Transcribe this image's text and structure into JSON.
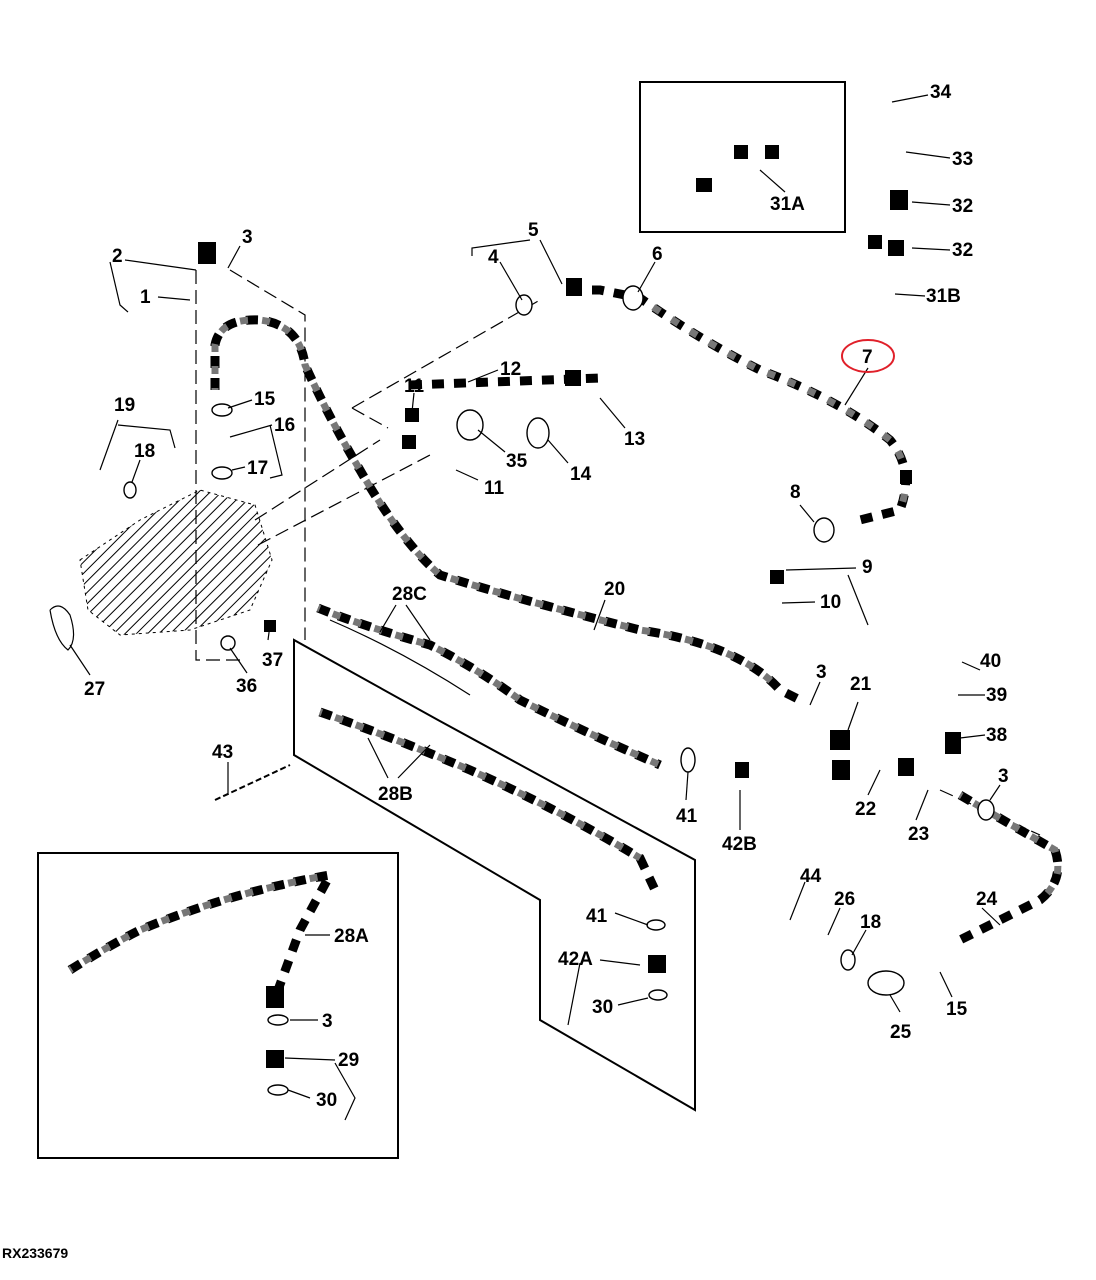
{
  "figure_id": "RX233679",
  "callouts": {
    "c1": "1",
    "c2": "2",
    "c3a": "3",
    "c3b": "3",
    "c3c": "3",
    "c3d": "3",
    "c4": "4",
    "c5": "5",
    "c6": "6",
    "c7": "7",
    "c8": "8",
    "c9": "9",
    "c10": "10",
    "c11a": "11",
    "c11b": "11",
    "c12": "12",
    "c13": "13",
    "c14": "14",
    "c15a": "15",
    "c15b": "15",
    "c16": "16",
    "c17": "17",
    "c18a": "18",
    "c18b": "18",
    "c19": "19",
    "c20": "20",
    "c21": "21",
    "c22": "22",
    "c23": "23",
    "c24": "24",
    "c25": "25",
    "c26": "26",
    "c27": "27",
    "c28A": "28A",
    "c28B": "28B",
    "c28C": "28C",
    "c29": "29",
    "c30a": "30",
    "c30b": "30",
    "c31A": "31A",
    "c31B": "31B",
    "c32a": "32",
    "c32b": "32",
    "c33": "33",
    "c34": "34",
    "c35": "35",
    "c36": "36",
    "c37": "37",
    "c38": "38",
    "c39": "39",
    "c40": "40",
    "c41a": "41",
    "c41b": "41",
    "c42A": "42A",
    "c42B": "42B",
    "c43": "43",
    "c44": "44"
  },
  "highlight": {
    "callout": "7",
    "color": "#e0202a"
  }
}
